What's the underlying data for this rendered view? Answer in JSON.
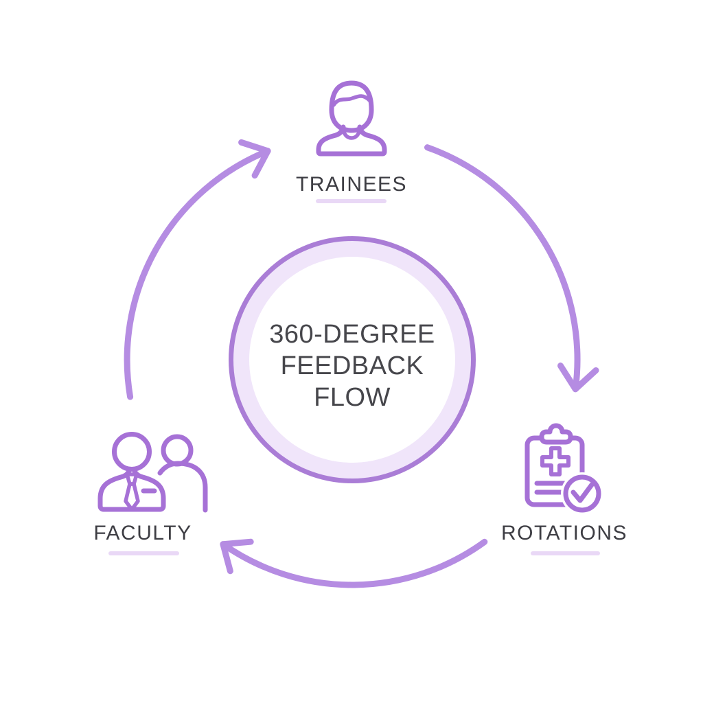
{
  "diagram": {
    "type": "circular-flow",
    "center": {
      "line1": "360-DEGREE",
      "line2": "FEEDBACK",
      "line3": "FLOW"
    },
    "nodes": [
      {
        "id": "top",
        "label": "TRAINEES",
        "icon": "person-icon"
      },
      {
        "id": "right",
        "label": "ROTATIONS",
        "icon": "medical-clipboard-check-icon"
      },
      {
        "id": "left",
        "label": "FACULTY",
        "icon": "two-people-tie-icon"
      }
    ],
    "arrows": [
      {
        "from": "TRAINEES",
        "to": "ROTATIONS",
        "direction": "clockwise"
      },
      {
        "from": "ROTATIONS",
        "to": "FACULTY",
        "direction": "clockwise"
      },
      {
        "from": "FACULTY",
        "to": "TRAINEES",
        "direction": "clockwise"
      }
    ]
  },
  "colors": {
    "icon": "#a671d6",
    "arrow": "#b58ce2",
    "ring": "#aa7dd6",
    "ring_band": "#f0e5fa",
    "underline": "#e9d8f6",
    "label_text": "#3d3d43",
    "center_text": "#46464b",
    "bg": "#ffffff"
  }
}
